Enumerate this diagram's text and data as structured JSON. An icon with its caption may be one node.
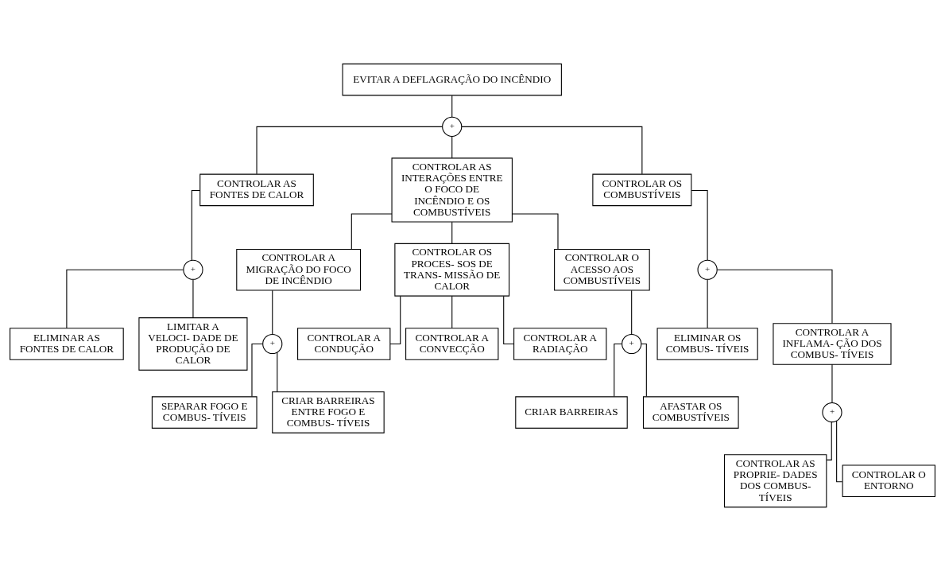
{
  "diagram": {
    "nodes": [
      {
        "text": [
          "EVITAR A DEFLAGRAÇÃO DO INCÊNDIO"
        ]
      },
      {
        "text": [
          "+"
        ]
      },
      {
        "text": [
          "CONTROLAR AS FONTES DE CALOR"
        ]
      },
      {
        "text": [
          "CONTROLAR AS INTERAÇÕES ENTRE O FOCO DE INCÊNDIO E OS COMBUSTÍVEIS"
        ]
      },
      {
        "text": [
          "CONTROLAR OS COMBUSTÍVEIS"
        ]
      },
      {
        "text": [
          "+"
        ]
      },
      {
        "text": [
          "+"
        ]
      },
      {
        "text": [
          "ELIMINAR AS FONTES DE CALOR"
        ]
      },
      {
        "text": [
          "LIMITAR A VELOCI- DADE DE PRODUÇÃO DE CALOR"
        ]
      },
      {
        "text": [
          "CONTROLAR A MIGRAÇÃO DO FOCO DE INCÊNDIO"
        ]
      },
      {
        "text": [
          "CONTROLAR OS PROCES- SOS DE TRANS- MISSÃO DE CALOR"
        ]
      },
      {
        "text": [
          "CONTROLAR O ACESSO AOS COMBUSTÍVEIS"
        ]
      },
      {
        "text": [
          "ELIMINAR OS COMBUS- TÍVEIS"
        ]
      },
      {
        "text": [
          "CONTROLAR A INFLAMA- ÇÃO DOS COMBUS- TÍVEIS"
        ]
      },
      {
        "text": [
          "+"
        ]
      },
      {
        "text": [
          "+"
        ]
      },
      {
        "text": [
          "+"
        ]
      },
      {
        "text": [
          "SEPARAR FOGO E COMBUS- TÍVEIS"
        ]
      },
      {
        "text": [
          "CRIAR BARREIRAS ENTRE FOGO E COMBUS- TÍVEIS"
        ]
      },
      {
        "text": [
          "CONTROLAR A CONDUÇÃO"
        ]
      },
      {
        "text": [
          "CONTROLAR A CONVECÇÃO"
        ]
      },
      {
        "text": [
          "CONTROLAR A RADIAÇÃO"
        ]
      },
      {
        "text": [
          "CRIAR BARREIRAS"
        ]
      },
      {
        "text": [
          "AFASTAR OS COMBUSTÍVEIS"
        ]
      },
      {
        "text": [
          "CONTROLAR AS PROPRIE- DADES DOS COMBUS- TÍVEIS"
        ]
      },
      {
        "text": [
          "CONTROLAR O ENTORNO"
        ]
      }
    ],
    "edges": [
      {
        "from": 0,
        "to": 1,
        "arrow": "none"
      },
      {
        "from": 1,
        "to": 2,
        "arrow": "none"
      },
      {
        "from": 1,
        "to": 3,
        "arrow": "none"
      },
      {
        "from": 1,
        "to": 4,
        "arrow": "none"
      },
      {
        "from": 2,
        "to": 5,
        "arrow": "none"
      },
      {
        "from": 4,
        "to": 6,
        "arrow": "none"
      },
      {
        "from": 5,
        "to": 7,
        "arrow": "none"
      },
      {
        "from": 5,
        "to": 8,
        "arrow": "none"
      },
      {
        "from": 3,
        "to": 9,
        "arrow": "none"
      },
      {
        "from": 3,
        "to": 10,
        "arrow": "none"
      },
      {
        "from": 3,
        "to": 11,
        "arrow": "none"
      },
      {
        "from": 6,
        "to": 12,
        "arrow": "none"
      },
      {
        "from": 6,
        "to": 13,
        "arrow": "none"
      },
      {
        "from": 9,
        "to": 14,
        "arrow": "none"
      },
      {
        "from": 11,
        "to": 15,
        "arrow": "none"
      },
      {
        "from": 13,
        "to": 16,
        "arrow": "none"
      },
      {
        "from": 14,
        "to": 17,
        "arrow": "none"
      },
      {
        "from": 14,
        "to": 18,
        "arrow": "none"
      },
      {
        "from": 10,
        "to": 19,
        "arrow": "none"
      },
      {
        "from": 10,
        "to": 20,
        "arrow": "none"
      },
      {
        "from": 10,
        "to": 21,
        "arrow": "none"
      },
      {
        "from": 15,
        "to": 22,
        "arrow": "none"
      },
      {
        "from": 15,
        "to": 23,
        "arrow": "none"
      },
      {
        "from": 16,
        "to": 24,
        "arrow": "none"
      },
      {
        "from": 16,
        "to": 25,
        "arrow": "none"
      }
    ]
  }
}
